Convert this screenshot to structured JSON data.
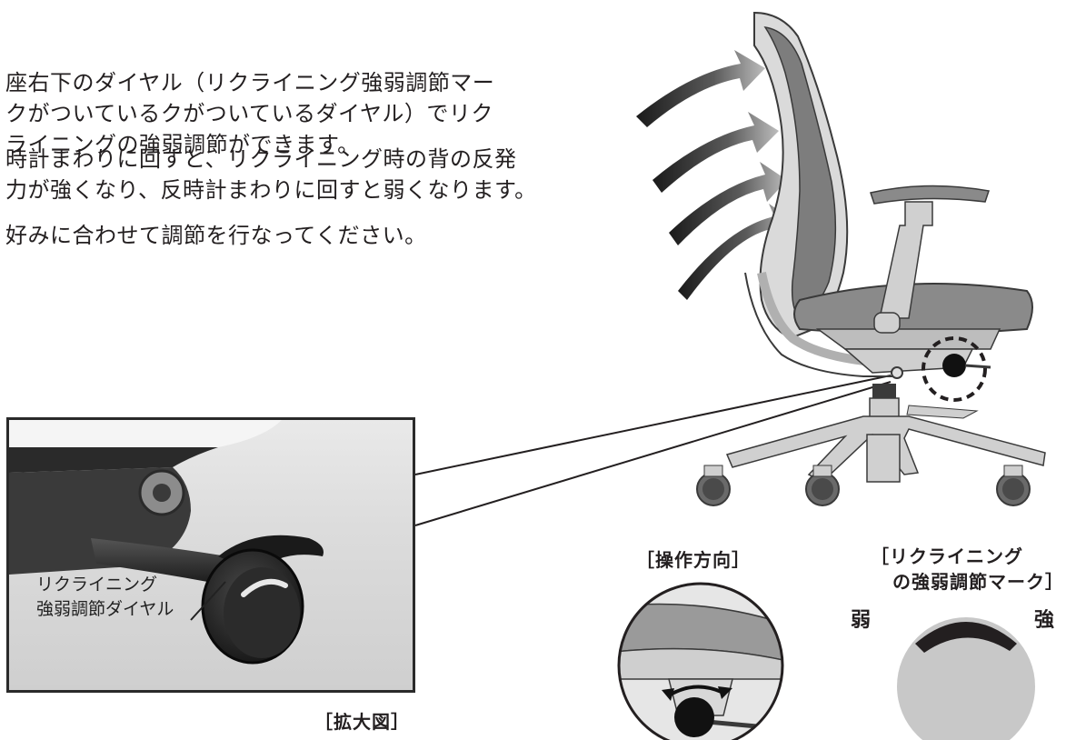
{
  "instructions": {
    "line1": "座右下のダイヤル（リクライニング強弱調節マー",
    "line2": "クがついているクがついているダイヤル）でリク",
    "line3": "ライニングの強弱調節ができます。",
    "line4": "時計まわりに回すと、リクライニング時の背の反発",
    "line5": "力が強くなり、反時計まわりに回すと弱くなります。",
    "line6": "好みに合わせて調節を行なってください。"
  },
  "photo": {
    "label_line1": "リクライニング",
    "label_line2": "強弱調節ダイヤル",
    "caption": "［拡大図］"
  },
  "operation": {
    "title": "［操作方向］"
  },
  "mark": {
    "title_line1": "［リクライニング",
    "title_line2": "の強弱調節マーク］",
    "weak": "弱",
    "strong": "強"
  },
  "colors": {
    "text": "#231f20",
    "chair_gray": "#8a8a8a",
    "frame_light": "#d8d8d8",
    "mark_circle": "#c8c8c8",
    "mark_arc": "#231f20"
  }
}
